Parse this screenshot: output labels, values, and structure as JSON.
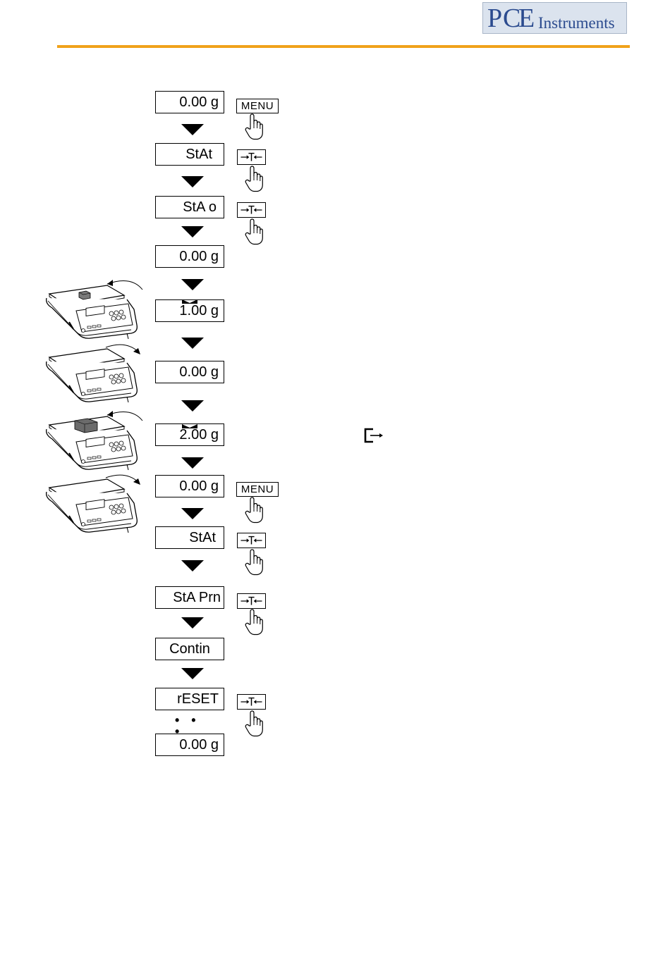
{
  "header": {
    "logo_text": "PCE Instruments",
    "logo_colors": {
      "text": "#2b4b8f",
      "background": "#dbe3ee",
      "rule": "#f0a21a"
    }
  },
  "flow": {
    "displays": [
      {
        "text": "0.00 g",
        "stable_marker": false
      },
      {
        "text": "StAt",
        "stable_marker": false
      },
      {
        "text": "StA o",
        "stable_marker": false
      },
      {
        "text": "0.00 g",
        "stable_marker": false
      },
      {
        "text": "1.00 g",
        "stable_marker": true
      },
      {
        "text": "0.00 g",
        "stable_marker": false
      },
      {
        "text": "2.00 g",
        "stable_marker": true
      },
      {
        "text": "0.00 g",
        "stable_marker": false
      },
      {
        "text": "StAt",
        "stable_marker": false
      },
      {
        "text": "StA Prn",
        "stable_marker": false
      },
      {
        "text": "Contin",
        "stable_marker": false
      },
      {
        "text": "rESET",
        "stable_marker": false
      },
      {
        "text": "0.00 g",
        "stable_marker": false
      }
    ],
    "continuation": "• • •",
    "keys": {
      "menu_label": "MENU",
      "tare_icon": "tare-key-icon",
      "press_icon": "pointing-hand-icon",
      "exit_icon": "print-exit-icon"
    },
    "scale_illustrations": [
      {
        "action": "place small weight",
        "icon": "scale-with-small-weight"
      },
      {
        "action": "remove weight",
        "icon": "empty-scale"
      },
      {
        "action": "place large weight",
        "icon": "scale-with-large-weight"
      },
      {
        "action": "remove weight",
        "icon": "empty-scale"
      }
    ]
  }
}
